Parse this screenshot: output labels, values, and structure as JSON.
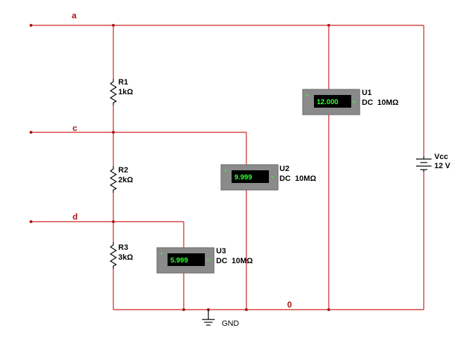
{
  "nets": {
    "a": "a",
    "c": "c",
    "d": "d",
    "zero": "0"
  },
  "resistors": [
    {
      "ref": "R1",
      "value": "1kΩ"
    },
    {
      "ref": "R2",
      "value": "2kΩ"
    },
    {
      "ref": "R3",
      "value": "3kΩ"
    }
  ],
  "meters": [
    {
      "ref": "U1",
      "mode": "DC  10MΩ",
      "reading": "12.000"
    },
    {
      "ref": "U2",
      "mode": "DC  10MΩ",
      "reading": "9.999"
    },
    {
      "ref": "U3",
      "mode": "DC  10MΩ",
      "reading": "5.999"
    }
  ],
  "source": {
    "ref": "Vcc",
    "value": "12 V"
  },
  "ground": {
    "label": "GND"
  },
  "colors": {
    "wire": "#cc2222",
    "meter_body": "#8a8a8a",
    "display_text": "#2cff2c"
  }
}
